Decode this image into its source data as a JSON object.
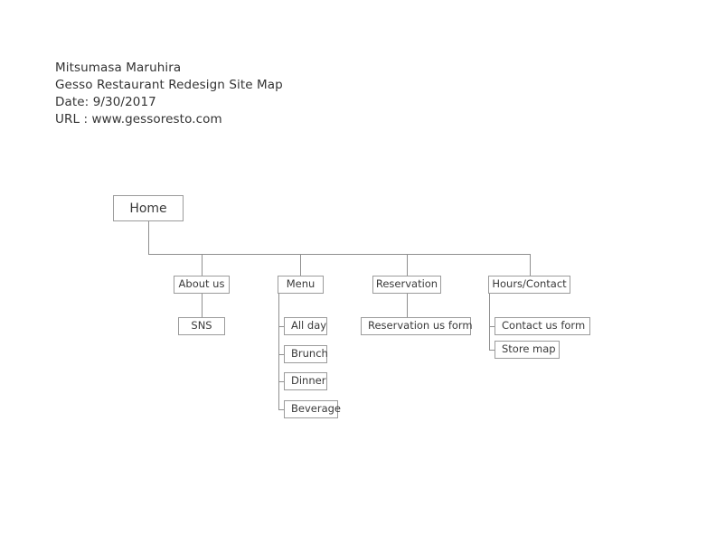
{
  "header": {
    "lines": [
      "Mitsumasa Maruhira",
      "Gesso Restaurant Redesign Site Map",
      "Date: 9/30/2017",
      "URL : www.gessoresto.com"
    ],
    "author": "Mitsumasa Maruhira",
    "title": "Gesso Restaurant Redesign Site Map",
    "date": "Date: 9/30/2017",
    "url": "URL : www.gessoresto.com"
  },
  "colors": {
    "background": "#ffffff",
    "box_border": "#9b9b9b",
    "connector": "#8f8f8f",
    "node_text": "#3a3a3a",
    "header_text": "#333333"
  },
  "sitemap": {
    "root": {
      "label": "Home"
    },
    "level2": [
      {
        "label": "About us"
      },
      {
        "label": "Menu"
      },
      {
        "label": "Reservation"
      },
      {
        "label": "Hours/Contact"
      }
    ],
    "about_us_children": [
      {
        "label": "SNS"
      }
    ],
    "menu_children": [
      {
        "label": "All day"
      },
      {
        "label": "Brunch"
      },
      {
        "label": "Dinner"
      },
      {
        "label": "Beverage"
      }
    ],
    "reservation_children": [
      {
        "label": "Reservation us form"
      }
    ],
    "hours_contact_children": [
      {
        "label": "Contact us form"
      },
      {
        "label": "Store map"
      }
    ]
  }
}
